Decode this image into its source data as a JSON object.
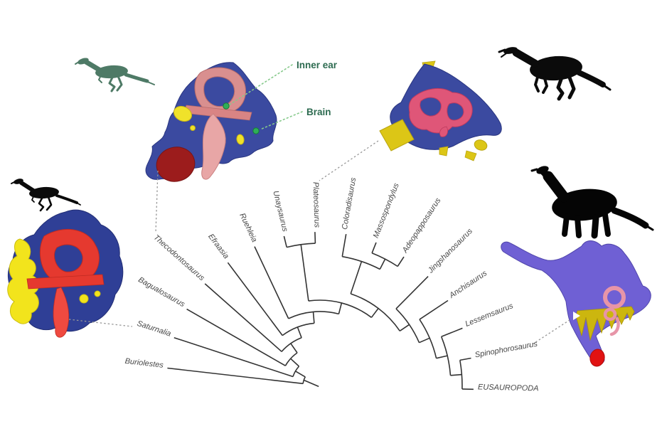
{
  "figure": {
    "annotations": {
      "inner_ear_label": "Inner ear",
      "brain_label": "Brain"
    },
    "silhouettes": [
      {
        "name": "basal-sauropodomorph-green",
        "position": "top-left"
      },
      {
        "name": "basal-sauropodomorph-black",
        "position": "middle-left"
      },
      {
        "name": "plateosaurid-black",
        "position": "top-right"
      },
      {
        "name": "sauropod-black",
        "position": "right"
      }
    ],
    "braincases": [
      {
        "linked_taxon": "Saturnalia",
        "position": "left"
      },
      {
        "linked_taxon": "Thecodontosaurus",
        "position": "top-center"
      },
      {
        "linked_taxon": "Plateosaurus",
        "position": "top-right"
      },
      {
        "linked_taxon": "Spinophorosaurus",
        "position": "bottom-right"
      }
    ]
  },
  "chart_data": {
    "type": "phylogenetic-tree",
    "layout": "fan",
    "taxa": [
      "Buriolestes",
      "Saturnalia",
      "Bagualosaurus",
      "Thecodontosaurus",
      "Efraasia",
      "Ruehleia",
      "Unaysaurus",
      "Plateosaurus",
      "Coloradisaurus",
      "Massospondylus",
      "Adeopapposaurus",
      "Jingshanosaurus",
      "Anchisaurus",
      "Lessemsaurus",
      "Spinophorosaurus",
      "EUSAUROPODA"
    ],
    "topology": [
      "Buriolestes",
      [
        "Saturnalia",
        [
          "Bagualosaurus",
          [
            "Thecodontosaurus",
            [
              "Efraasia",
              [
                "Ruehleia",
                [
                  [
                    "Unaysaurus",
                    "Plateosaurus"
                  ],
                  [
                    [
                      "Coloradisaurus",
                      [
                        "Massospondylus",
                        "Adeopapposaurus"
                      ]
                    ],
                    [
                      "Jingshanosaurus",
                      [
                        "Anchisaurus",
                        [
                          "Lessemsaurus",
                          [
                            "Spinophorosaurus",
                            "EUSAUROPODA"
                          ]
                        ]
                      ]
                    ]
                  ]
                ]
              ]
            ]
          ]
        ]
      ]
    ],
    "terminal_clade_label": "EUSAUROPODA"
  },
  "colors": {
    "tree_line": "#333333",
    "taxon_label": "#474747",
    "annotation_green": "#2d6b50",
    "annotation_dotted": "#86c98b",
    "annotation_dot": "#2fae57",
    "connector_gray": "#979797",
    "braincase_blue": "#3b4aa0",
    "braincase_navy": "#2f3f96",
    "braincase_violet": "#6f60d4",
    "labyrinth_red": "#e5392f",
    "labyrinth_salmon": "#d98f8f",
    "labyrinth_pinkred": "#df5678",
    "labyrinth_pink": "#e795a8",
    "dark_red": "#9c1c1c",
    "bone_yellow": "#f0e22a",
    "silhouette_green": "#4e7a66",
    "silhouette_black": "#0b0b0b"
  }
}
